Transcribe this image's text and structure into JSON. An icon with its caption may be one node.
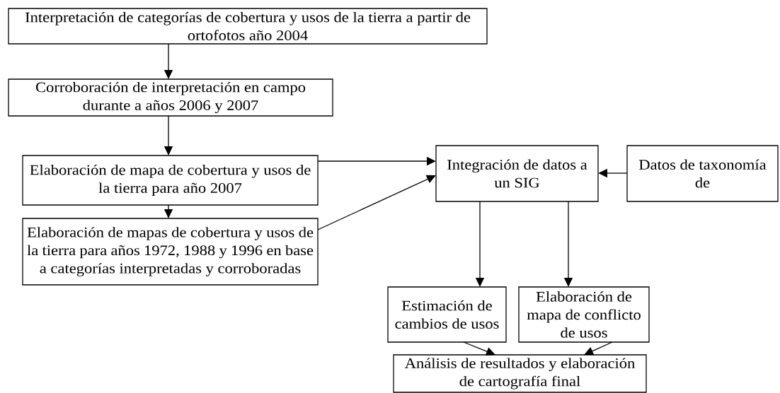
{
  "diagram": {
    "nodes": [
      {
        "text": [
          "Interpretación de categorías de cobertura y usos de la tierra a partir de ortofotos año 2004"
        ]
      },
      {
        "text": [
          "Corroboración de interpretación en campo durante a años 2006 y 2007"
        ]
      },
      {
        "text": [
          "Elaboración de mapa de cobertura y usos de la tierra para año 2007"
        ]
      },
      {
        "text": [
          "Elaboración de mapas de cobertura y usos de la tierra para años 1972, 1988 y 1996 en base a categorías interpretadas y corroboradas"
        ]
      },
      {
        "text": [
          "Integración de datos a un SIG"
        ]
      },
      {
        "text": [
          "Datos de taxonomía de"
        ]
      },
      {
        "text": [
          "Estimación de cambios de usos"
        ]
      },
      {
        "text": [
          "Elaboración de mapa de conflicto de usos"
        ]
      },
      {
        "text": [
          "Análisis de resultados y elaboración de cartografía final"
        ]
      }
    ],
    "edges": [
      {
        "from": 0,
        "to": 1,
        "arrow": "to"
      },
      {
        "from": 1,
        "to": 2,
        "arrow": "to"
      },
      {
        "from": 2,
        "to": 3,
        "arrow": "to"
      },
      {
        "from": 2,
        "to": 4,
        "arrow": "to"
      },
      {
        "from": 3,
        "to": 4,
        "arrow": "to"
      },
      {
        "from": 5,
        "to": 4,
        "arrow": "to"
      },
      {
        "from": 4,
        "to": 6,
        "arrow": "to"
      },
      {
        "from": 4,
        "to": 7,
        "arrow": "to"
      },
      {
        "from": 6,
        "to": 8,
        "arrow": "to"
      },
      {
        "from": 7,
        "to": 8,
        "arrow": "to"
      }
    ]
  }
}
